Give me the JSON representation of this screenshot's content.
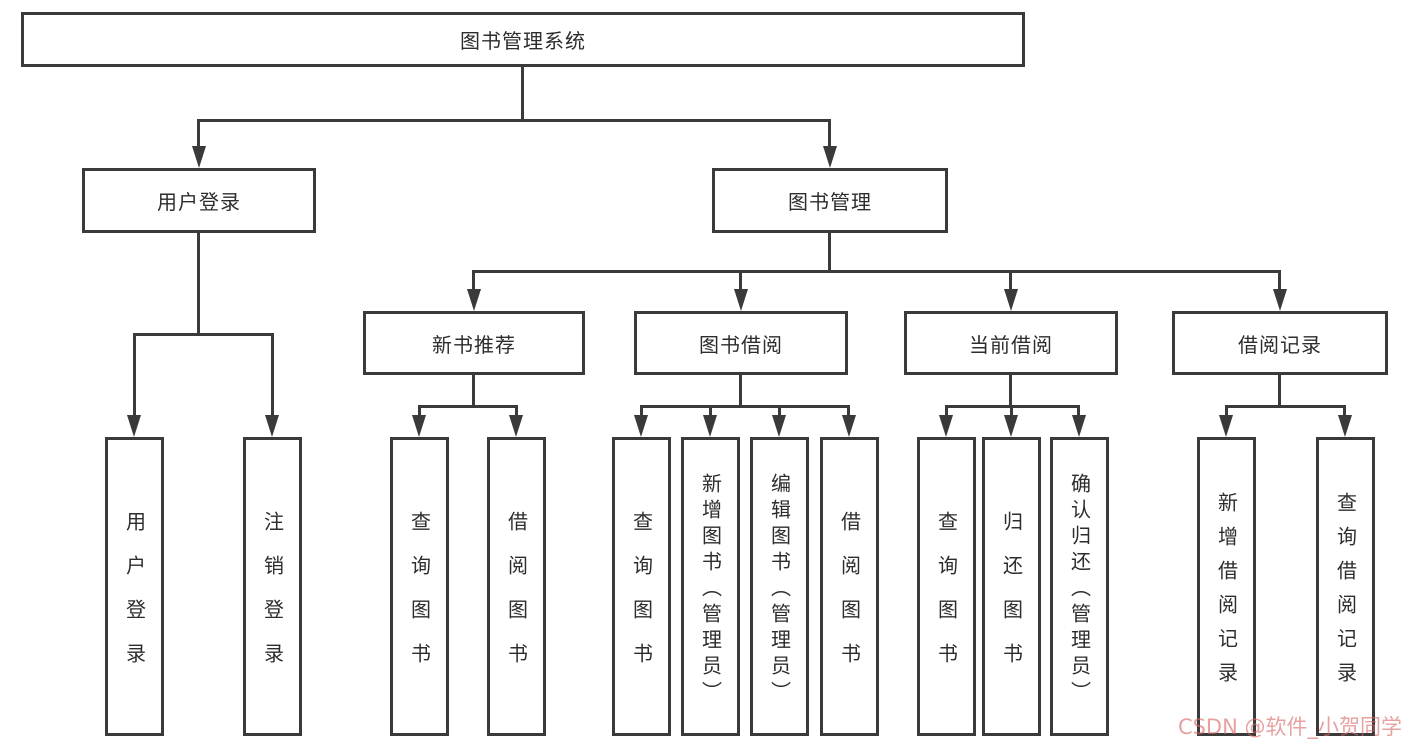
{
  "nodes": {
    "root": "图书管理系统",
    "user_login": "用户登录",
    "book_mgmt": "图书管理",
    "new_book_rec": "新书推荐",
    "book_borrow": "图书借阅",
    "current_borrow": "当前借阅",
    "borrow_record": "借阅记录",
    "leaf_user_login": "用户登录",
    "leaf_logout": "注销登录",
    "leaf_nbr_query": "查询图书",
    "leaf_nbr_borrow": "借阅图书",
    "leaf_bb_query": "查询图书",
    "leaf_bb_add": "新增图书（管理员）",
    "leaf_bb_edit": "编辑图书（管理员）",
    "leaf_bb_borrow": "借阅图书",
    "leaf_cb_query": "查询图书",
    "leaf_cb_return": "归还图书",
    "leaf_cb_confirm": "确认归还（管理员）",
    "leaf_br_add": "新增借阅记录",
    "leaf_br_query": "查询借阅记录"
  },
  "watermark": {
    "text": "CSDN @软件_小贺同学",
    "color": "#d66865"
  },
  "colors": {
    "line": "#3a3a3a",
    "text": "#2d2d2d",
    "background": "#ffffff"
  }
}
